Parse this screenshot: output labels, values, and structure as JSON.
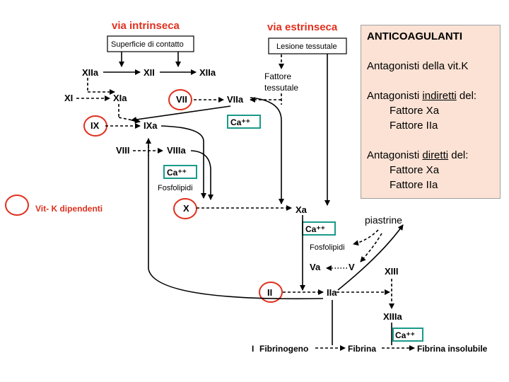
{
  "headings": {
    "intrinsic": "via intrinseca",
    "extrinsic": "via estrinseca"
  },
  "boxes": {
    "contact_surface": "Superficie di contatto",
    "tissue_lesion": "Lesione tessutale"
  },
  "tissue_factor": {
    "line1": "Fattore",
    "line2": "tessutale"
  },
  "factors": {
    "xiia_left": "XIIa",
    "xii": "XII",
    "xiia_right": "XIIa",
    "xi": "XI",
    "xia": "XIa",
    "vii": "VII",
    "viia": "VIIa",
    "ix": "IX",
    "ixa": "IXa",
    "viii": "VIII",
    "viiia": "VIIIa",
    "x": "X",
    "xa": "Xa",
    "va": "Va",
    "v": "V",
    "ii": "II",
    "iia": "IIa",
    "xiii": "XIII",
    "xiiia": "XIIIa"
  },
  "cofactors": {
    "ca": "Ca⁺⁺",
    "phospholipids": "Fosfolipidi",
    "platelets": "piastrine"
  },
  "products": {
    "marker": "I",
    "fibrinogen": "Fibrinogeno",
    "fibrin": "Fibrina",
    "insoluble_fibrin": "Fibrina insolubile"
  },
  "legend": {
    "label": "Vit- K dipendenti"
  },
  "panel": {
    "title": "ANTICOAGULANTI",
    "vitk": "Antagonisti della vit.K",
    "indirect_pre": "Antagonisti ",
    "indirect_word": "indiretti",
    "indirect_post": " del:",
    "indirect_items": [
      "Fattore Xa",
      "Fattore IIa"
    ],
    "direct_pre": "Antagonisti ",
    "direct_word": "diretti",
    "direct_post": " del:",
    "direct_items": [
      "Fattore Xa",
      "Fattore IIa"
    ]
  },
  "colors": {
    "heading": "#e0301e",
    "vitk_circle": "#e0301e",
    "ca_box": "#1a9a8a",
    "panel_bg": "#fbe2d4"
  }
}
